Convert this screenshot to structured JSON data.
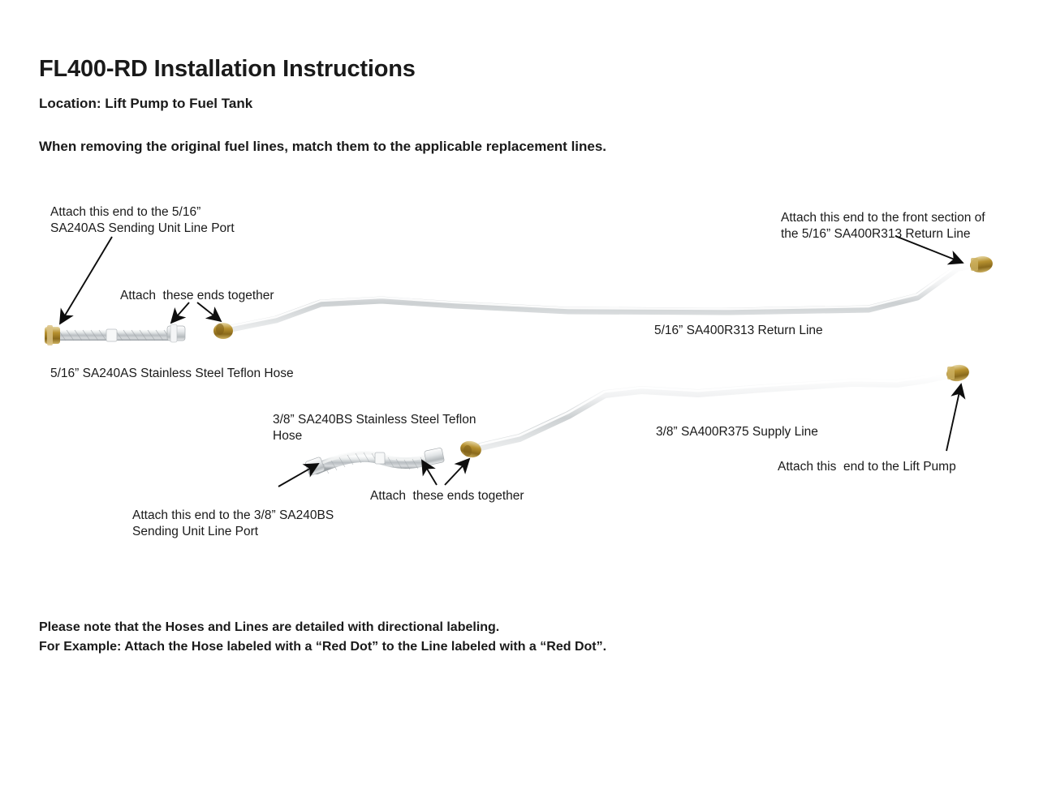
{
  "document": {
    "title": "FL400-RD Installation Instructions",
    "location": "Location: Lift Pump to Fuel Tank",
    "instruction": "When removing the original fuel lines, match them to the applicable replacement lines."
  },
  "annotations": {
    "top_left": "Attach this end to the 5/16”\nSA240AS Sending Unit Line Port",
    "ends_together_top": "Attach  these ends together",
    "top_right": "Attach this end to the front section of the 5/16” SA400R313 Return Line",
    "ends_together_bottom": "Attach  these ends together",
    "bottom_left": "Attach this end to the 3/8” SA240BS Sending Unit Line Port",
    "lift_pump": "Attach this  end to the Lift Pump"
  },
  "part_labels": {
    "hose_a": "5/16” SA240AS Stainless Steel Teflon Hose",
    "return_line": "5/16” SA400R313 Return Line",
    "hose_b": "3/8” SA240BS Stainless Steel Teflon Hose",
    "supply_line": "3/8” SA400R375 Supply Line"
  },
  "footer": {
    "line1": "Please note that the Hoses and Lines are detailed with directional labeling.",
    "line2": "For Example: Attach the Hose labeled with a “Red Dot” to the Line labeled with a “Red Dot”."
  },
  "colors": {
    "background": "#ffffff",
    "text": "#1a1a1a",
    "arrow": "#0d0d0d",
    "braided_hose": "#c9cdd0",
    "steel_line": "#d6d9db",
    "brass_fitting": "#a8842c",
    "silver_fitting": "#e2e4e6"
  },
  "parts": {
    "hose_a_fitting_left": "brass-fitting",
    "hose_a_fitting_right": "silver-fitting",
    "return_line_fitting_left": "brass-fitting",
    "return_line_fitting_right": "brass-fitting",
    "hose_b_fitting_left": "silver-fitting",
    "hose_b_fitting_right": "silver-fitting",
    "supply_line_fitting_left": "brass-fitting",
    "supply_line_fitting_right": "brass-fitting"
  }
}
